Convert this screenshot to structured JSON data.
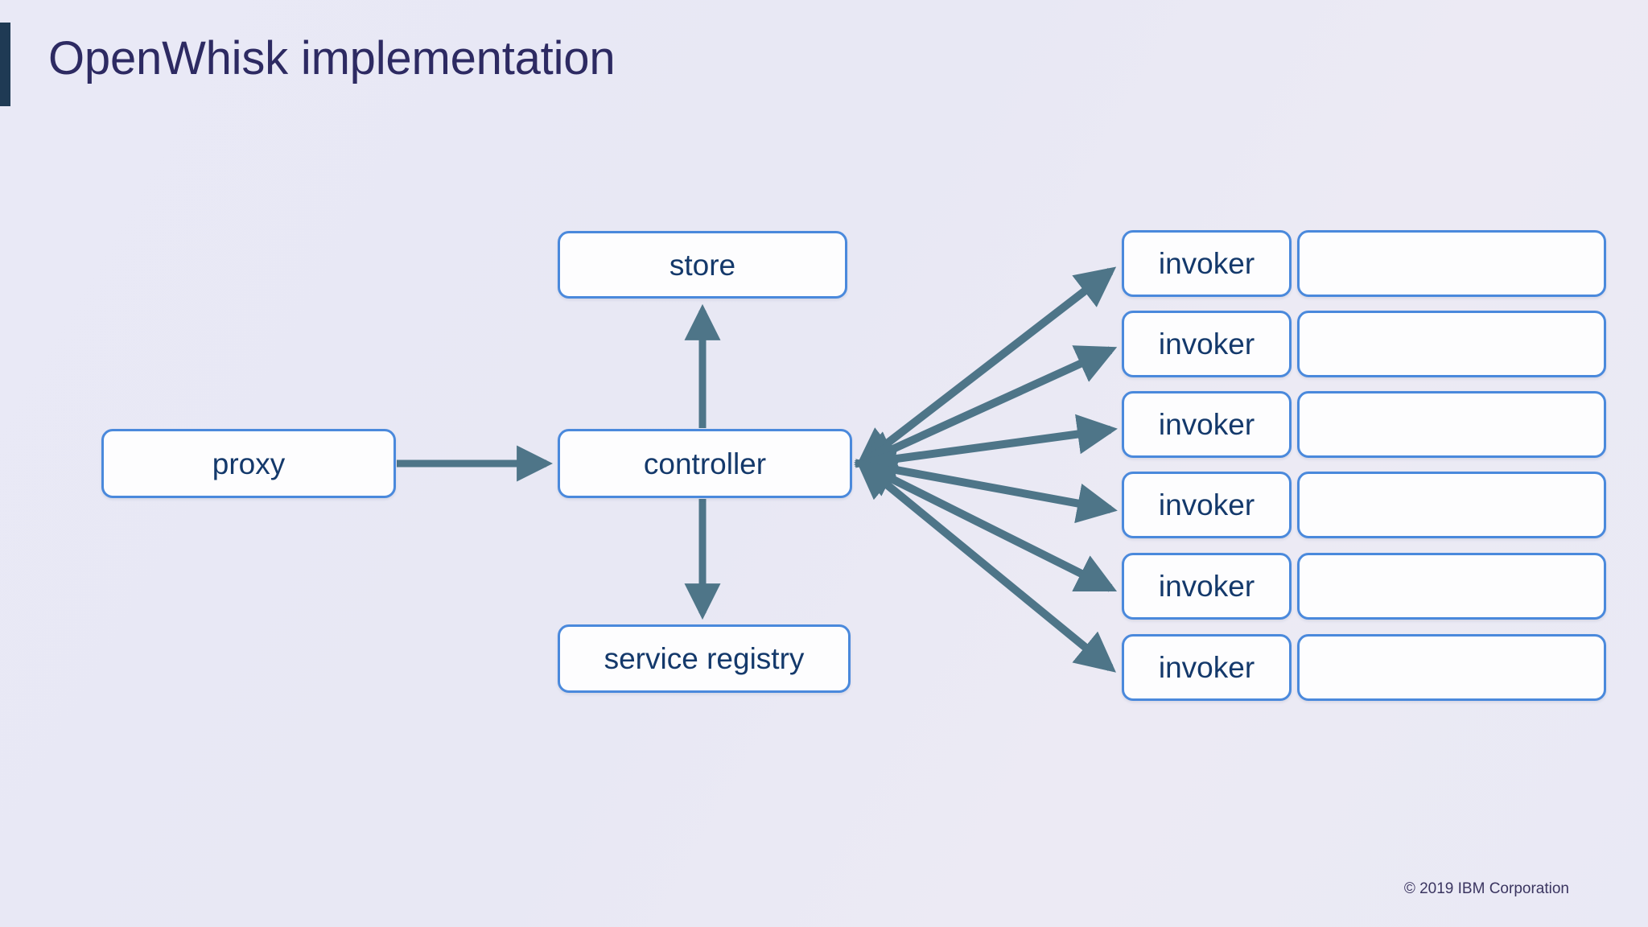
{
  "slide": {
    "title": "OpenWhisk implementation",
    "footer": "© 2019 IBM Corporation",
    "accent_bar_color": "#1f3a54",
    "background_color": "#e8e8f5",
    "title_color": "#2d2a62"
  },
  "diagram": {
    "node_border_color": "#4a89dc",
    "node_fill_color": "#fdfdfe",
    "node_text_color": "#14396b",
    "connector_color": "#4e7588",
    "nodes": {
      "proxy": {
        "label": "proxy"
      },
      "store": {
        "label": "store"
      },
      "controller": {
        "label": "controller"
      },
      "service_registry": {
        "label": "service registry"
      }
    },
    "invokers": [
      {
        "label": "invoker",
        "slot_label": ""
      },
      {
        "label": "invoker",
        "slot_label": ""
      },
      {
        "label": "invoker",
        "slot_label": ""
      },
      {
        "label": "invoker",
        "slot_label": ""
      },
      {
        "label": "invoker",
        "slot_label": ""
      },
      {
        "label": "invoker",
        "slot_label": ""
      }
    ],
    "connections": [
      {
        "from": "proxy",
        "to": "controller",
        "direction": "one-way"
      },
      {
        "from": "controller",
        "to": "store",
        "direction": "one-way-up"
      },
      {
        "from": "controller",
        "to": "service_registry",
        "direction": "one-way-down"
      },
      {
        "from": "controller",
        "to": "invoker-1",
        "direction": "two-way"
      },
      {
        "from": "controller",
        "to": "invoker-2",
        "direction": "two-way"
      },
      {
        "from": "controller",
        "to": "invoker-3",
        "direction": "two-way"
      },
      {
        "from": "controller",
        "to": "invoker-4",
        "direction": "two-way"
      },
      {
        "from": "controller",
        "to": "invoker-5",
        "direction": "two-way"
      },
      {
        "from": "controller",
        "to": "invoker-6",
        "direction": "two-way"
      }
    ]
  }
}
